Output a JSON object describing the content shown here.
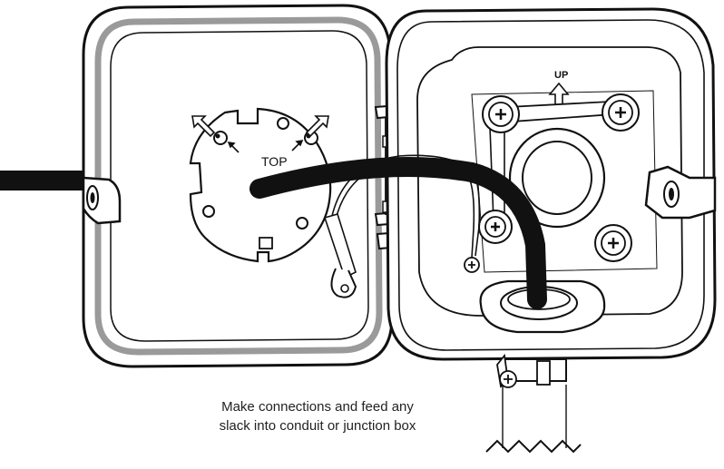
{
  "diagram": {
    "labels": {
      "top": "TOP",
      "up": "UP"
    },
    "caption": {
      "line1": "Make connections and feed any",
      "line2": "slack into conduit or junction box"
    },
    "colors": {
      "stroke": "#111111",
      "gasket": "#9a9a9a",
      "cable": "#111111",
      "background": "#ffffff"
    }
  }
}
